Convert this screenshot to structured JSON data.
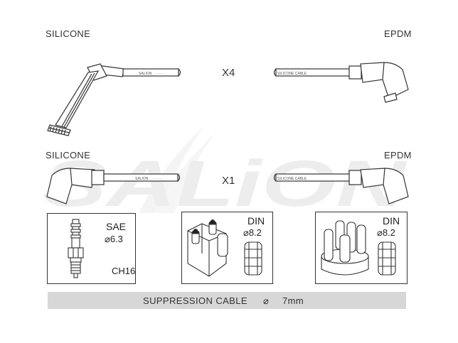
{
  "labels": {
    "top_left": "SILICONE",
    "top_right": "EPDM",
    "mid_left": "SILICONE",
    "mid_right": "EPDM",
    "mult_top": "X4",
    "mult_mid": "X1"
  },
  "watermark": "SALiON",
  "cable_print": {
    "brand": "SALION",
    "material": "SILICONE CABLE"
  },
  "boxes": {
    "plug": {
      "std": "SAE",
      "diameter": "⌀6.3",
      "hex": "CH16"
    },
    "din1": {
      "std": "DIN",
      "diameter": "⌀8.2"
    },
    "din2": {
      "std": "DIN",
      "diameter": "⌀8.2"
    }
  },
  "banner": {
    "text": "SUPPRESSION CABLE",
    "symbol": "⌀",
    "value": "7mm"
  }
}
